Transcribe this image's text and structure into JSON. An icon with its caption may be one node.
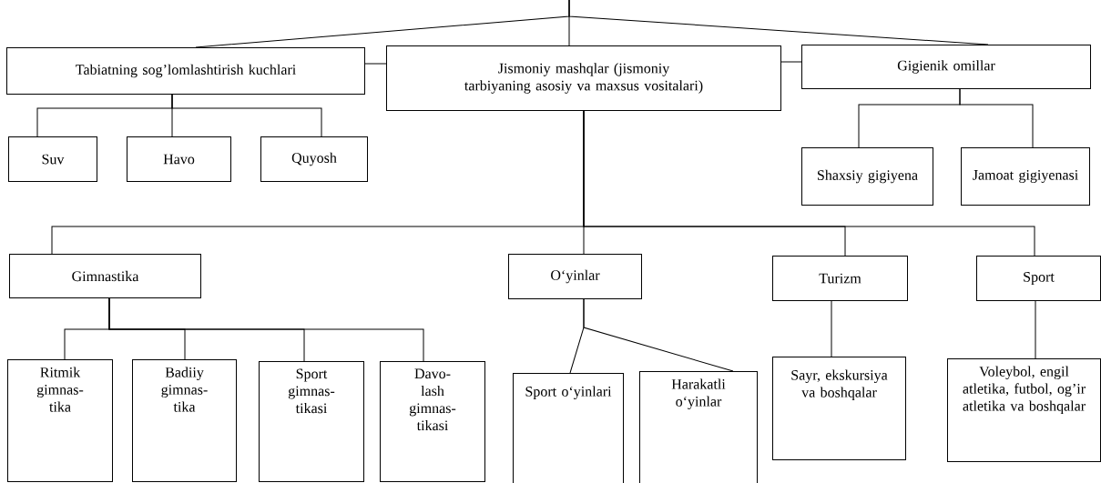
{
  "diagram": {
    "nodes": [
      {
        "text": [
          "Tabiatning sog’lomlashtirish kuchlari"
        ]
      },
      {
        "text": [
          "Jismoniy mashqlar (jismoniy tarbiyaning asosiy va maxsus vositalari)"
        ]
      },
      {
        "text": [
          "Gigienik omillar"
        ]
      },
      {
        "text": [
          "Suv"
        ]
      },
      {
        "text": [
          "Havo"
        ]
      },
      {
        "text": [
          "Quyosh"
        ]
      },
      {
        "text": [
          "Shaxsiy gigiyena"
        ]
      },
      {
        "text": [
          "Jamoat gigiyenasi"
        ]
      },
      {
        "text": [
          "Gimnastika"
        ]
      },
      {
        "text": [
          "O‘yinlar"
        ]
      },
      {
        "text": [
          "Turizm"
        ]
      },
      {
        "text": [
          "Sport"
        ]
      },
      {
        "text": [
          "Ritmik gimnas- tika"
        ]
      },
      {
        "text": [
          "Badiiy gimnas- tika"
        ]
      },
      {
        "text": [
          "Sport gimnas- tikasi"
        ]
      },
      {
        "text": [
          "Davo- lash gimnas- tikasi"
        ]
      },
      {
        "text": [
          "Sport o‘yinlari"
        ]
      },
      {
        "text": [
          "Harakatli o‘yinlar"
        ]
      },
      {
        "text": [
          "Sayr, ekskursiya va boshqalar"
        ]
      },
      {
        "text": [
          "Voleybol, engil atletika, futbol, og’ir atletika va boshqalar"
        ]
      }
    ],
    "edges": [
      {
        "from": null,
        "to": 0,
        "arrow": "none"
      },
      {
        "from": null,
        "to": 1,
        "arrow": "none"
      },
      {
        "from": null,
        "to": 2,
        "arrow": "none"
      },
      {
        "from": 0,
        "to": 1,
        "arrow": "none"
      },
      {
        "from": 1,
        "to": 2,
        "arrow": "none"
      },
      {
        "from": 0,
        "to": 3,
        "arrow": "none"
      },
      {
        "from": 0,
        "to": 4,
        "arrow": "none"
      },
      {
        "from": 0,
        "to": 5,
        "arrow": "none"
      },
      {
        "from": 2,
        "to": 6,
        "arrow": "none"
      },
      {
        "from": 2,
        "to": 7,
        "arrow": "none"
      },
      {
        "from": 1,
        "to": 8,
        "arrow": "none"
      },
      {
        "from": 1,
        "to": 9,
        "arrow": "none"
      },
      {
        "from": 1,
        "to": 10,
        "arrow": "none"
      },
      {
        "from": 1,
        "to": 11,
        "arrow": "none"
      },
      {
        "from": 8,
        "to": 12,
        "arrow": "none"
      },
      {
        "from": 8,
        "to": 13,
        "arrow": "none"
      },
      {
        "from": 8,
        "to": 14,
        "arrow": "none"
      },
      {
        "from": 8,
        "to": 15,
        "arrow": "none"
      },
      {
        "from": 9,
        "to": 16,
        "arrow": "none"
      },
      {
        "from": 9,
        "to": 17,
        "arrow": "none"
      },
      {
        "from": 10,
        "to": 18,
        "arrow": "none"
      },
      {
        "from": 11,
        "to": 19,
        "arrow": "none"
      }
    ]
  }
}
